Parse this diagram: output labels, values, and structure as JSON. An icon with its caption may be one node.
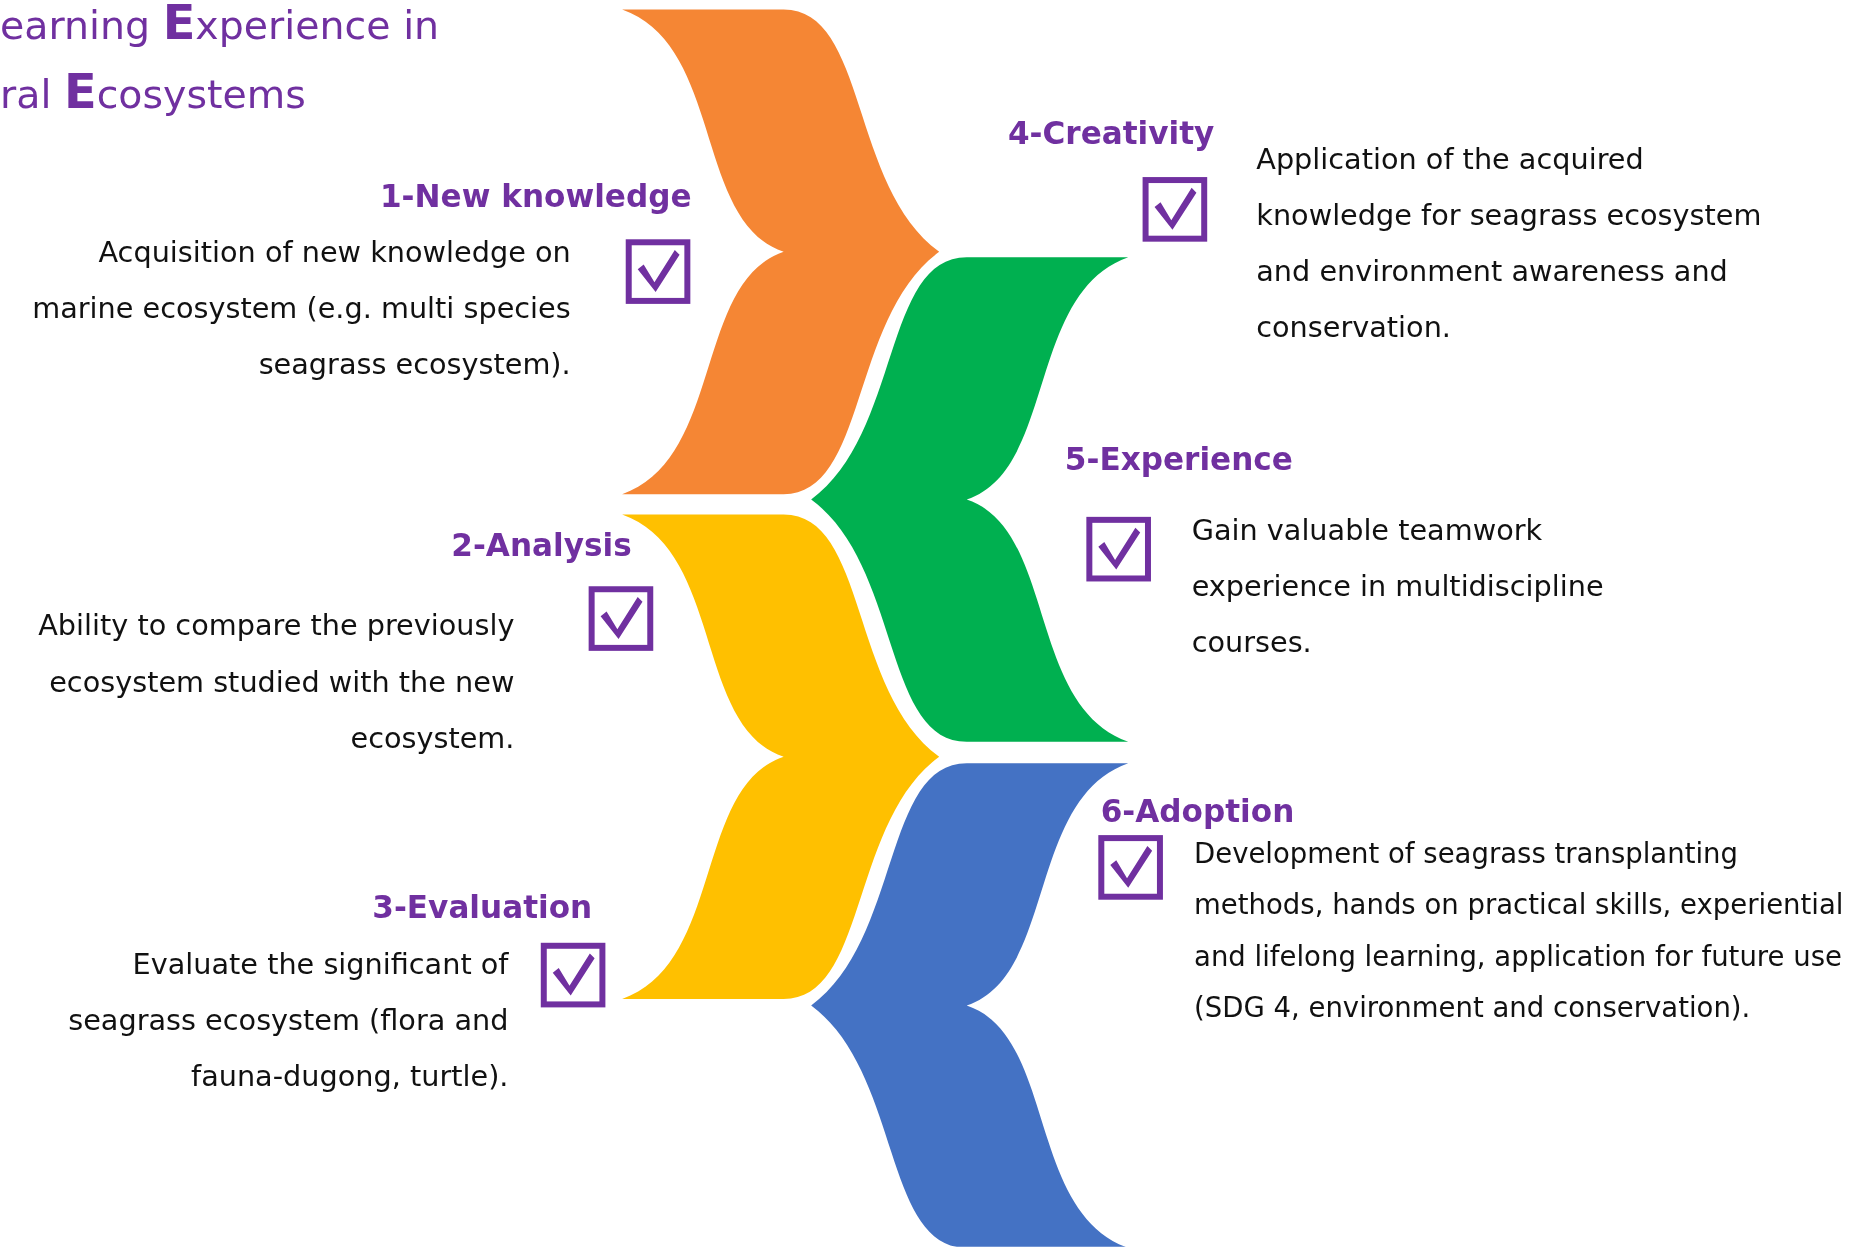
{
  "diagram": {
    "title": "earning **E**xperience in ral **E**cosystems",
    "labels": [
      "1-New knowledge",
      "Acquisition of new knowledge on marine ecosystem (e.g. multi species seagrass ecosystem).",
      "4-Creativity",
      "Application of the acquired knowledge for seagrass ecosystem and environment awareness and conservation.",
      "5-Experience",
      "Gain valuable teamwork experience in multidiscipline courses.",
      "2-Analysis",
      "Ability to compare the previously ecosystem studied with the new ecosystem.",
      "6-Adoption",
      "Development of seagrass transplanting methods, hands on practical skills, experiential and  lifelong learning, application for future use (SDG 4, environment and conservation).",
      "3-Evaluation",
      "Evaluate the significant of seagrass ecosystem (flora and fauna-dugong, turtle)."
    ]
  }
}
